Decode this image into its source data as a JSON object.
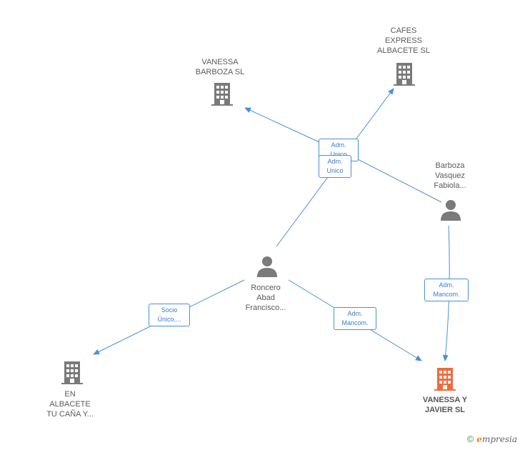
{
  "nodes": {
    "vanessa_barboza": "VANESSA\nBARBOZA SL",
    "cafes_express": "CAFES\nEXPRESS\nALBACETE  SL",
    "barboza_vasquez": "Barboza\nVasquez\nFabiola...",
    "roncero_abad": "Roncero\nAbad\nFrancisco...",
    "en_albacete": "EN\nALBACETE\nTU CAÑA Y...",
    "vanessa_javier": "VANESSA Y\nJAVIER SL"
  },
  "edges": {
    "adm_top_1": "Adm.\nUnico",
    "adm_top_2": "Adm.\nUnico",
    "socio_unico": "Socio\nÚnico,...",
    "adm_mancom_1": "Adm.\nMancom.",
    "adm_mancom_2": "Adm.\nMancom."
  },
  "icons": {
    "company": "building-icon",
    "person": "person-icon"
  },
  "colors": {
    "edge": "#4a8fd9",
    "node": "#7a7a7a",
    "highlight": "#f06a3c"
  },
  "footer": {
    "copyright": "©",
    "brand_first": "e",
    "brand_rest": "mpresia"
  }
}
